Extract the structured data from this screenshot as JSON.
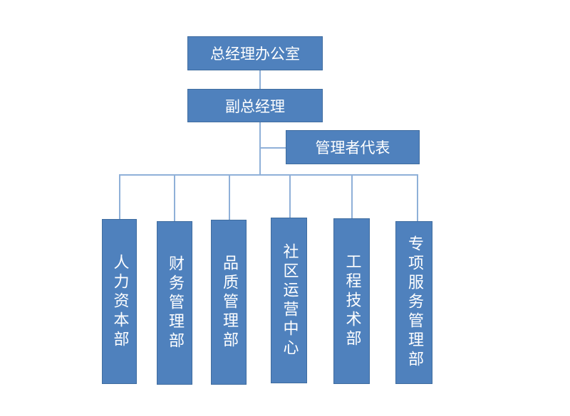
{
  "org_chart": {
    "top": "总经理办公室",
    "deputy": "副总经理",
    "rep": "管理者代表",
    "departments": [
      "人力资本部",
      "财务管理部",
      "品质管理部",
      "社区运营中心",
      "工程技术部",
      "专项服务管理部"
    ]
  },
  "colors": {
    "box_fill": "#4f81bd",
    "box_text": "#ffffff",
    "connector": "#8fb0d8"
  }
}
